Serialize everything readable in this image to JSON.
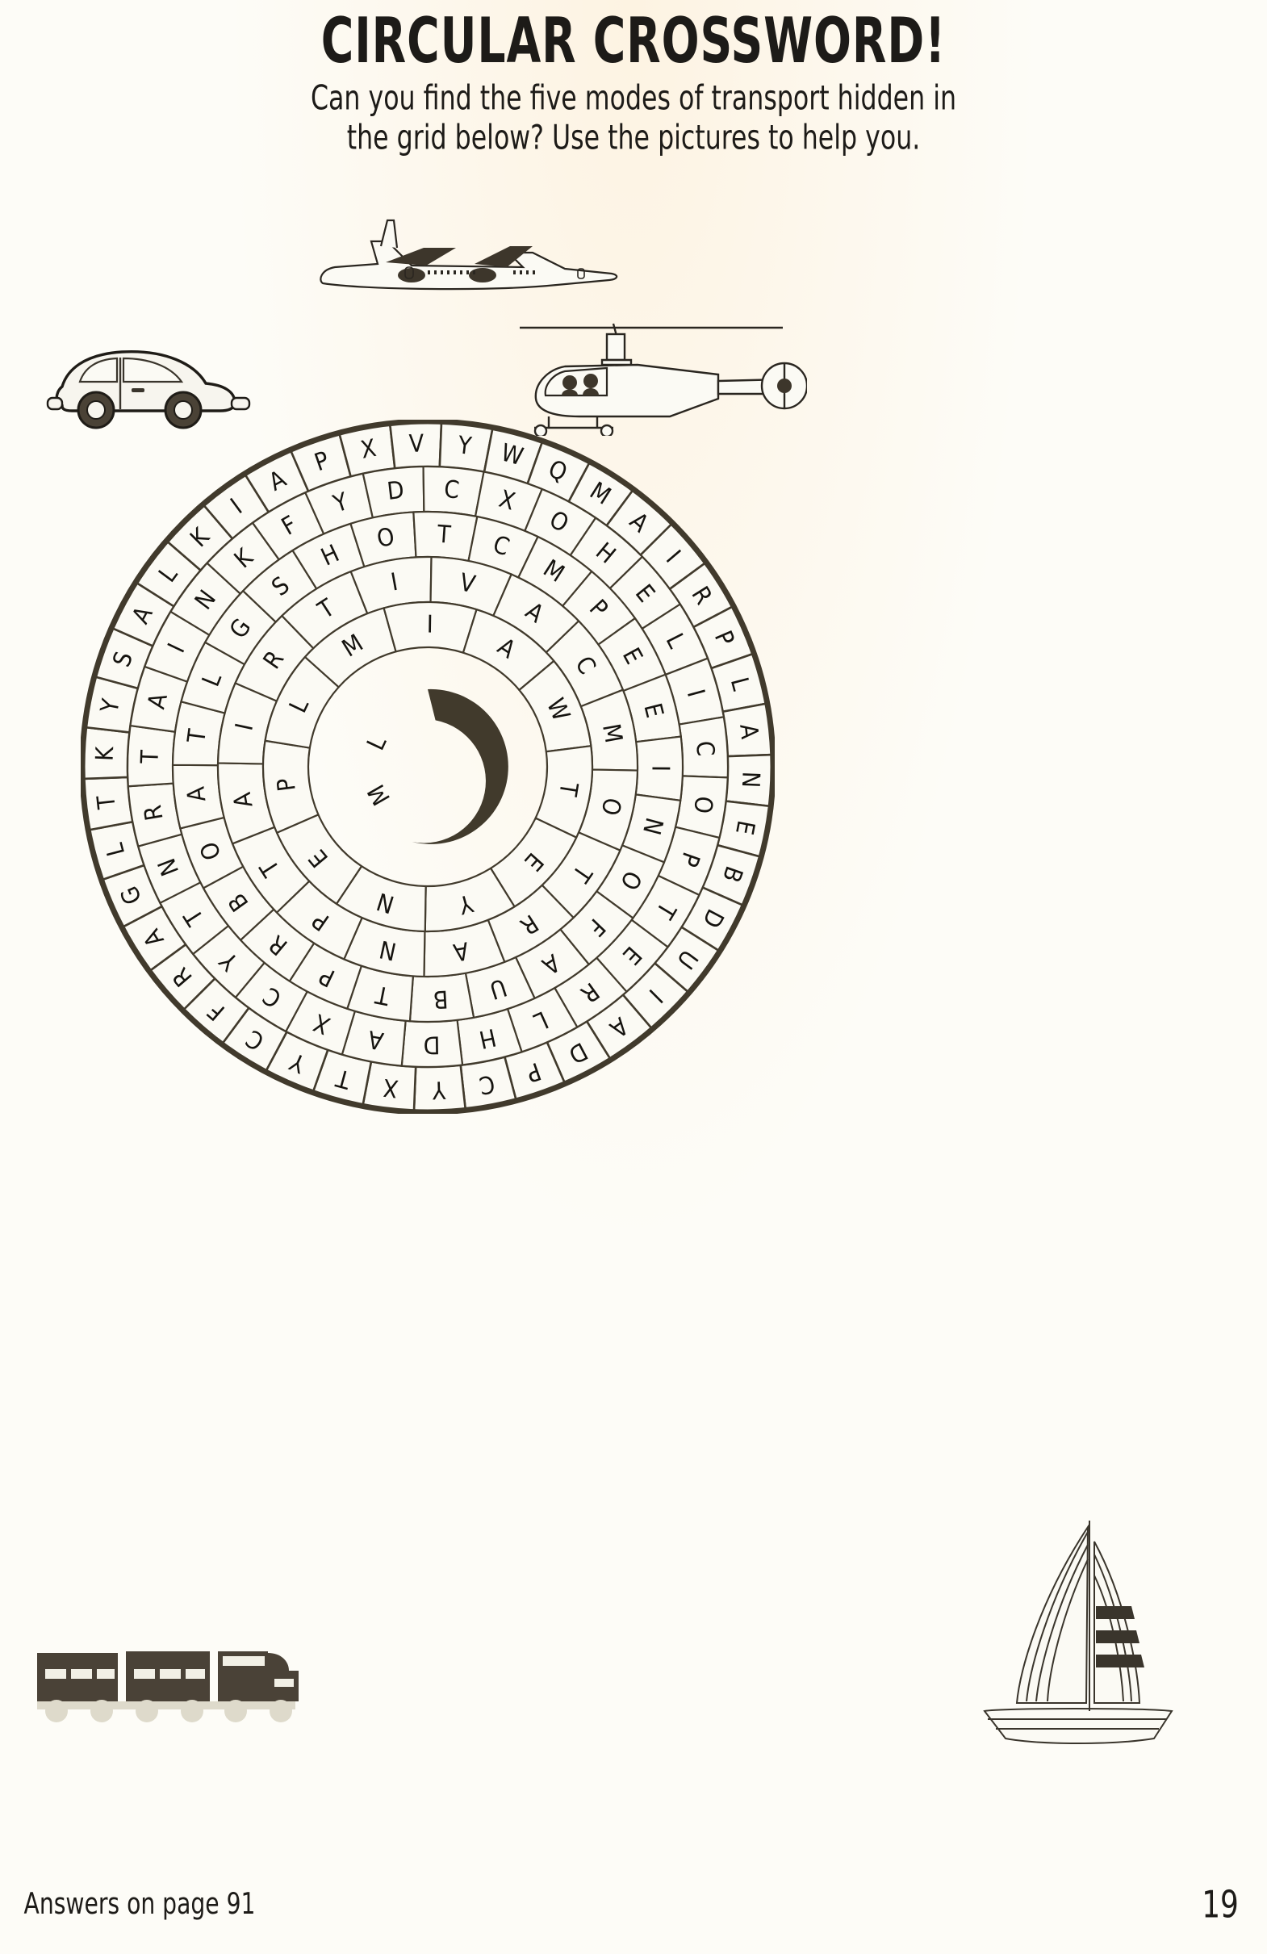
{
  "header": {
    "title": "CIRCULAR CROSSWORD!",
    "subtitle_line1": "Can you find the five modes of transport hidden in",
    "subtitle_line2": "the grid below? Use the pictures to help you."
  },
  "footer": {
    "answers_note": "Answers on page 91",
    "page_number": "19"
  },
  "puzzle": {
    "type": "circular-word-search",
    "hidden_words": [
      "AIRPLANE",
      "HELICOPTER",
      "BOAT",
      "TRAIN",
      "CAR"
    ],
    "ring_count": 6,
    "cells_per_ring": [
      28,
      26,
      24,
      20,
      16,
      11
    ],
    "rings": [
      {
        "index": 0,
        "name": "outer-ring",
        "start_angle_deg": -62,
        "letters": [
          "M",
          "A",
          "I",
          "R",
          "P",
          "L",
          "A",
          "N",
          "E",
          "B",
          "D",
          "U",
          "I",
          "A",
          "D",
          "P",
          "C",
          "Y",
          "X",
          "T",
          "Y",
          "C",
          "F",
          "R",
          "A",
          "G",
          "L",
          "T",
          "K",
          "Y",
          "S",
          "A",
          "L",
          "K",
          "I",
          "A",
          "P",
          "X",
          "V",
          "Y",
          "W",
          "Q"
        ]
      },
      {
        "index": 1,
        "name": "ring-2",
        "start_angle_deg": -56,
        "letters": [
          "H",
          "E",
          "L",
          "I",
          "C",
          "O",
          "P",
          "T",
          "E",
          "R",
          "L",
          "H",
          "D",
          "A",
          "X",
          "C",
          "Y",
          "T",
          "N",
          "R",
          "T",
          "A",
          "I",
          "N",
          "K",
          "F",
          "Y",
          "D",
          "C",
          "X",
          "O"
        ]
      },
      {
        "index": 2,
        "name": "ring-3",
        "start_angle_deg": -50,
        "letters": [
          "P",
          "E",
          "E",
          "I",
          "N",
          "O",
          "F",
          "A",
          "U",
          "B",
          "T",
          "P",
          "R",
          "B",
          "O",
          "A",
          "T",
          "L",
          "G",
          "S",
          "H",
          "O",
          "T",
          "C",
          "M"
        ]
      },
      {
        "index": 3,
        "name": "ring-4",
        "start_angle_deg": -44,
        "letters": [
          "C",
          "M",
          "O",
          "T",
          "R",
          "A",
          "N",
          "P",
          "T",
          "A",
          "I",
          "R",
          "T",
          "I",
          "V",
          "A"
        ]
      },
      {
        "index": 4,
        "name": "ring-5",
        "start_angle_deg": -40,
        "letters": [
          "W",
          "T",
          "E",
          "Y",
          "N",
          "E",
          "P",
          "L",
          "M",
          "I",
          "A"
        ]
      }
    ],
    "center_hub": "filled-dark-spiral"
  },
  "illustrations": [
    {
      "name": "airplane-illustration",
      "subject": "airplane"
    },
    {
      "name": "car-illustration",
      "subject": "car"
    },
    {
      "name": "helicopter-illustration",
      "subject": "helicopter"
    },
    {
      "name": "train-illustration",
      "subject": "train"
    },
    {
      "name": "sailboat-illustration",
      "subject": "sailboat"
    }
  ],
  "colors": {
    "ink": "#413a2c",
    "text": "#15130f",
    "paper": "#fdfcf7",
    "cell": "#fbfaf4"
  }
}
